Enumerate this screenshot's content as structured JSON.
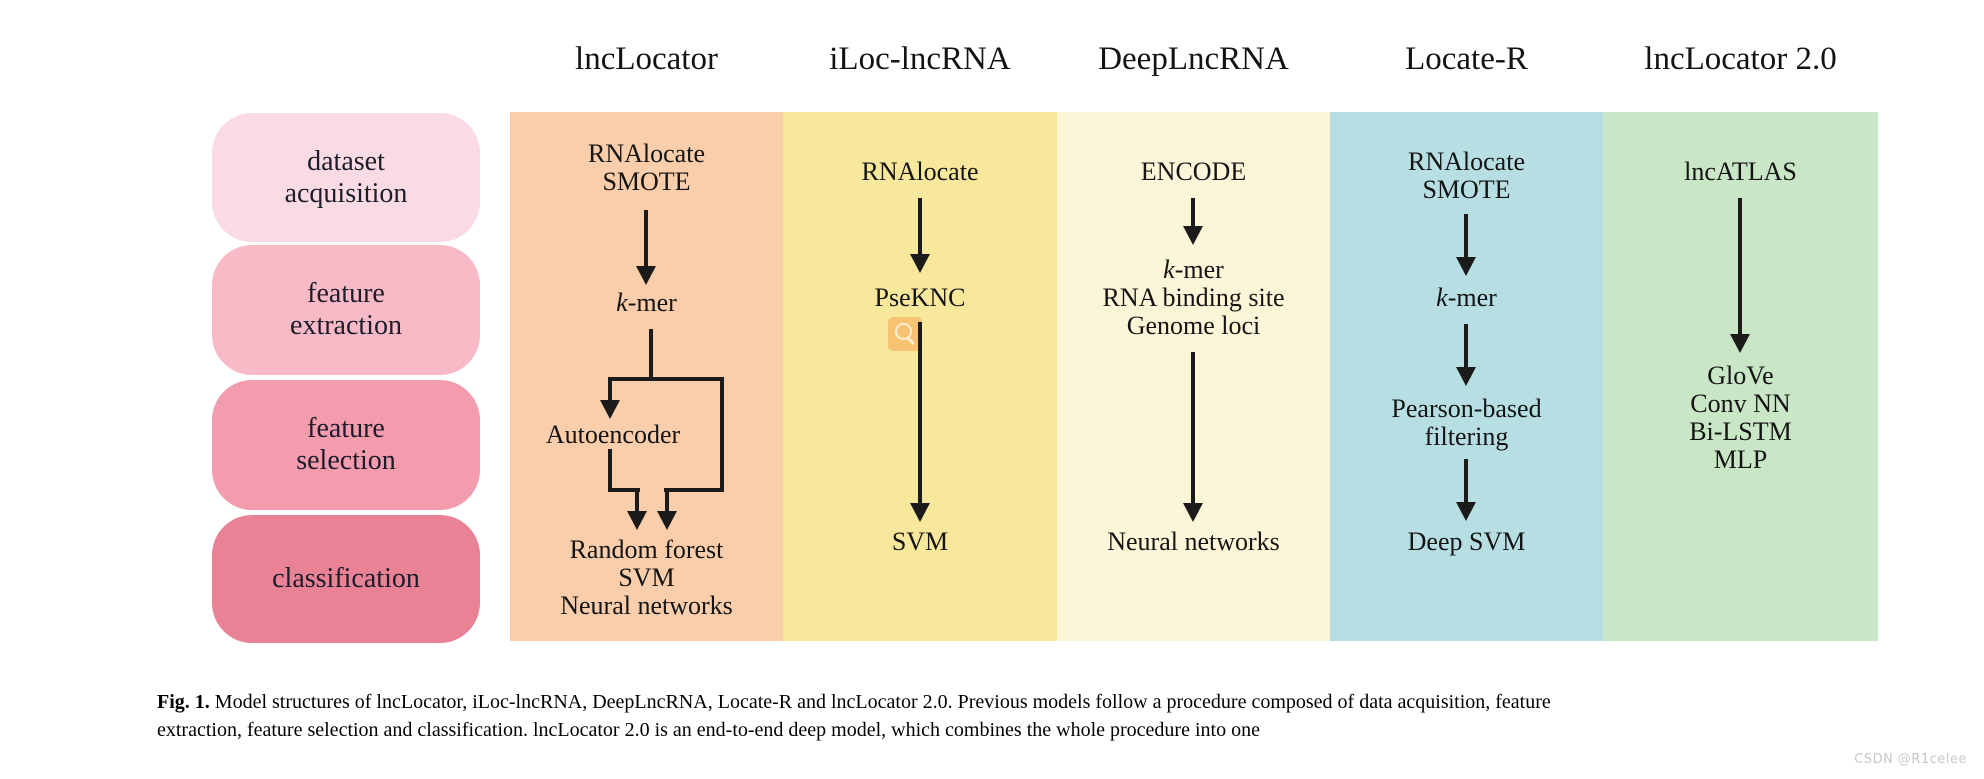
{
  "figure": {
    "caption_prefix": "Fig. 1.",
    "caption_line1": " Model structures of lncLocator, iLoc-lncRNA, DeepLncRNA, Locate-R and lncLocator 2.0. Previous models follow a procedure composed of data acquisition, feature",
    "caption_line2": "extraction, feature selection and classification. lncLocator 2.0 is an end-to-end deep model, which combines the whole procedure into one"
  },
  "watermark": {
    "text": "CSDN @R1celee",
    "color": "#c6c8cc"
  },
  "stages": [
    {
      "line1": "dataset",
      "line2": "acquisition",
      "color": "#fbdbe3"
    },
    {
      "line1": "feature",
      "line2": "extraction",
      "color": "#f8bac6"
    },
    {
      "line1": "feature",
      "line2": "selection",
      "color": "#f29cae"
    },
    {
      "line1": "classification",
      "color": "#e98294"
    }
  ],
  "columns": [
    {
      "header": "lncLocator",
      "bg": "#facdab",
      "dataset1": "RNAlocate",
      "dataset2": "SMOTE",
      "kmer_it": "k",
      "kmer_rest": "-mer",
      "selection": "Autoencoder",
      "clf1": "Random forest",
      "clf2": "SVM",
      "clf3": "Neural networks"
    },
    {
      "header": "iLoc-lncRNA",
      "bg": "#f8e89c",
      "dataset": "RNAlocate",
      "extraction": "PseKNC",
      "clf": "SVM"
    },
    {
      "header": "DeepLncRNA",
      "bg": "#fdf5d8",
      "dataset": "ENCODE",
      "kmer_it": "k",
      "kmer_rest": "-mer",
      "feat2": "RNA binding site",
      "feat3": "Genome loci",
      "clf": "Neural networks"
    },
    {
      "header": "Locate-R",
      "bg": "#b7dfe3",
      "dataset1": "RNAlocate",
      "dataset2": "SMOTE",
      "kmer_it": "k",
      "kmer_rest": "-mer",
      "sel1": "Pearson-based",
      "sel2": "filtering",
      "clf": "Deep SVM"
    },
    {
      "header": "lncLocator 2.0",
      "bg": "#c9e6c6",
      "dataset": "lncATLAS",
      "m1": "GloVe",
      "m2": "Conv NN",
      "m3": "Bi-LSTM",
      "m4": "MLP"
    }
  ]
}
